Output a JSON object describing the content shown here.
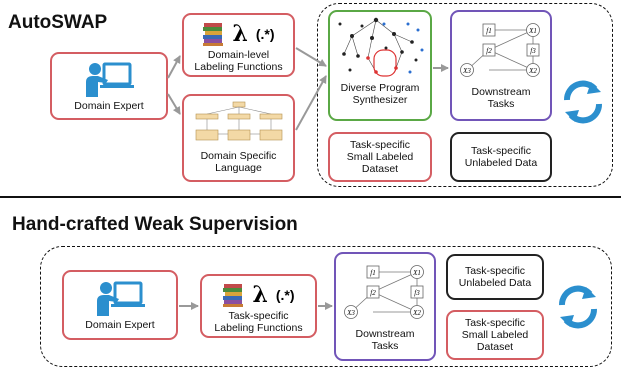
{
  "autoswap": {
    "title": "AutoSWAP",
    "domain_expert": "Domain Expert",
    "labeling_functions": "Domain-level\nLabeling Functions",
    "dsl": "Domain Specific\nLanguage",
    "synthesizer": "Diverse Program\nSynthesizer",
    "downstream": "Downstream\nTasks",
    "labeled": "Task-specific\nSmall Labeled\nDataset",
    "unlabeled": "Task-specific\nUnlabeled Data"
  },
  "handcrafted": {
    "title": "Hand-crafted Weak Supervision",
    "domain_expert": "Domain Expert",
    "labeling_functions": "Task-specific\nLabeling Functions",
    "downstream": "Downstream\nTasks",
    "unlabeled": "Task-specific\nUnlabeled Data",
    "labeled": "Task-specific\nSmall Labeled\nDataset"
  },
  "symbols": {
    "lambda": "λ",
    "regex": "(.*)"
  },
  "graph_labels": {
    "f1": "f1",
    "f2": "f2",
    "f3": "f3",
    "x1": "X1",
    "x2": "X2",
    "x3": "X3"
  },
  "colors": {
    "red_border": "#d45d62",
    "green_border": "#5aa845",
    "purple_border": "#7155b8",
    "cycle_blue": "#2b8fce",
    "person_blue": "#2b8fce"
  }
}
